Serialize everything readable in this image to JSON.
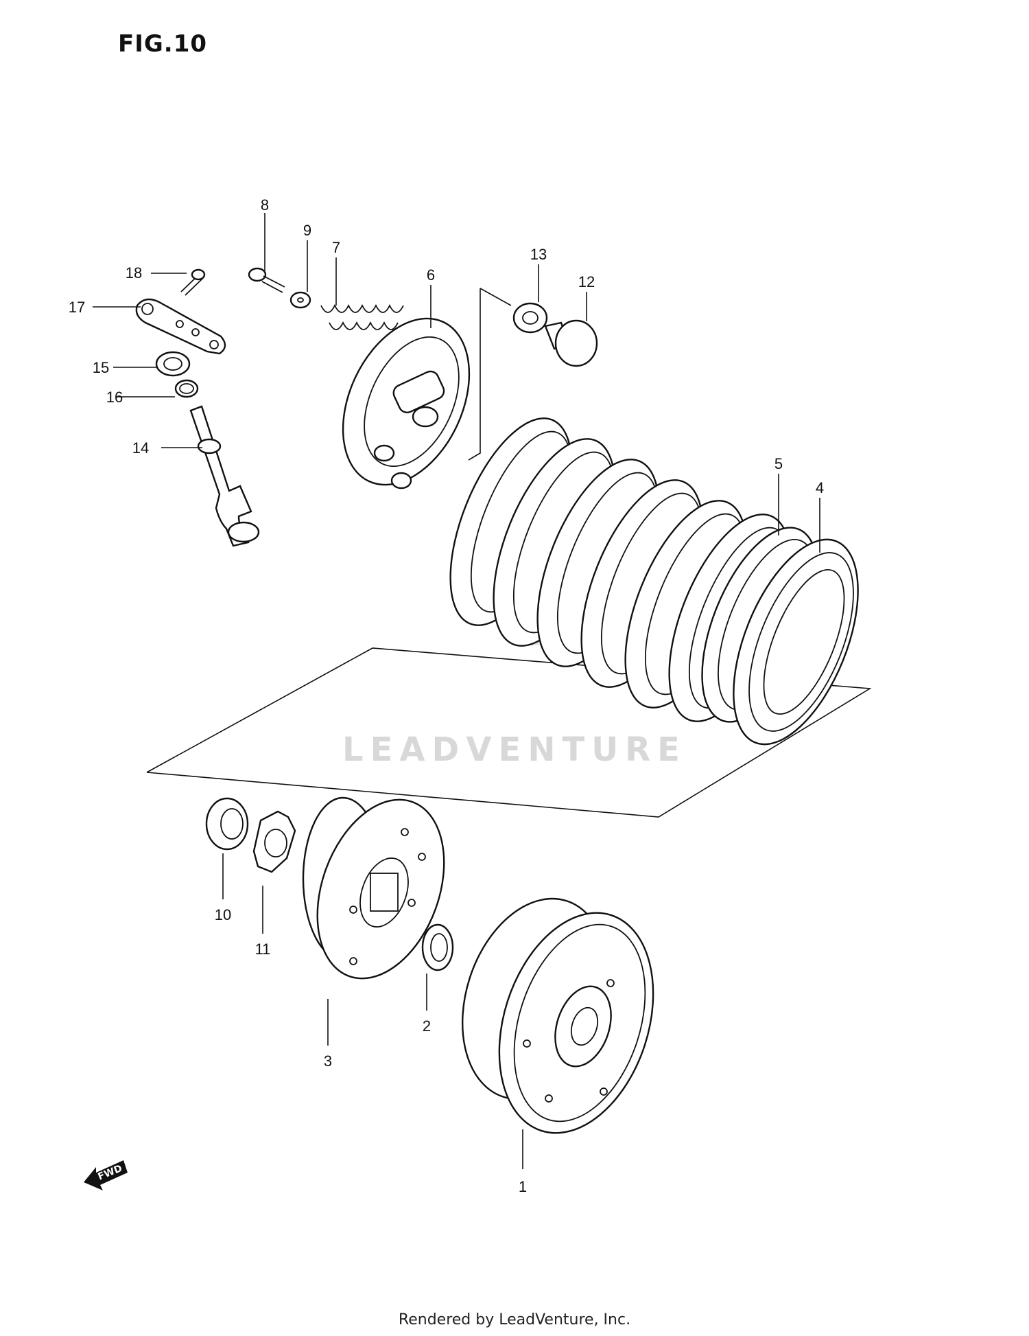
{
  "figure": {
    "title": "FIG.10"
  },
  "watermark": {
    "text": "LEADVENTURE"
  },
  "footer": {
    "text": "Rendered by LeadVenture, Inc."
  },
  "forward_marker": {
    "label": "FWD",
    "icon": "forward-arrow-icon"
  },
  "callouts": [
    "1",
    "2",
    "3",
    "4",
    "5",
    "6",
    "7",
    "8",
    "9",
    "10",
    "11",
    "12",
    "13",
    "14",
    "15",
    "16",
    "17",
    "18"
  ]
}
